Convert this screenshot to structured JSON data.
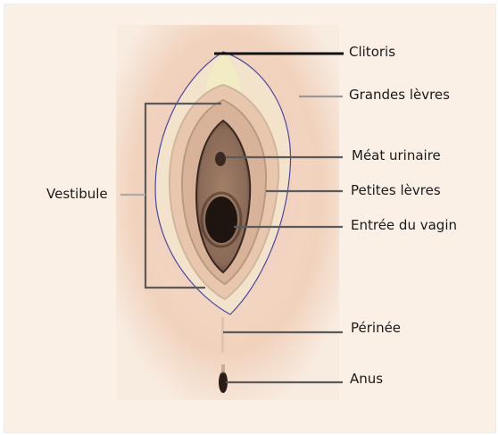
{
  "diagram": {
    "labels": {
      "clitoris": "Clitoris",
      "grandes_levres": "Grandes lèvres",
      "meat_urinaire": "Méat urinaire",
      "petites_levres": "Petites lèvres",
      "entree_vagin": "Entrée du vagin",
      "vestibule": "Vestibule",
      "perinee": "Périnée",
      "anus": "Anus"
    },
    "colors": {
      "background": "#fbf0e6",
      "skin": "#f1d4bf",
      "outline": "#4a4a9a",
      "leader": "#5a5a5a"
    }
  }
}
